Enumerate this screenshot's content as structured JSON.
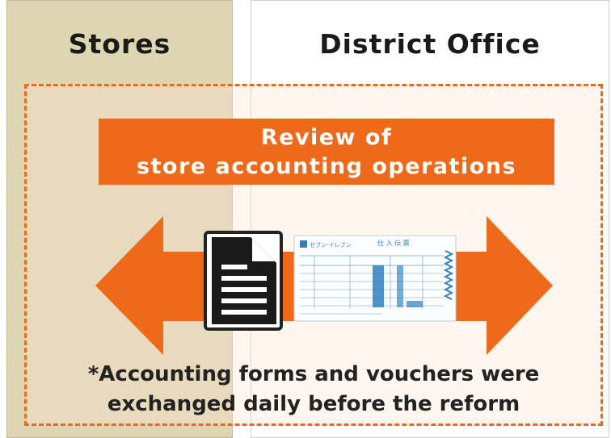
{
  "columns": {
    "stores": "Stores",
    "district_office": "District Office"
  },
  "banner": {
    "line1": "Review of",
    "line2": "store accounting operations"
  },
  "voucher": {
    "title": "仕 入 伝 票",
    "brand": "セブン-イレブン"
  },
  "footnote": {
    "line1": "*Accounting forms and vouchers were",
    "line2": "exchanged daily before the reform"
  },
  "colors": {
    "accent": "#ee6a1a",
    "stores_bg": "#ddd6b3",
    "voucher_blue": "#2f7fc1"
  },
  "icons": [
    "double-arrow-icon",
    "document-icon",
    "voucher-image"
  ]
}
